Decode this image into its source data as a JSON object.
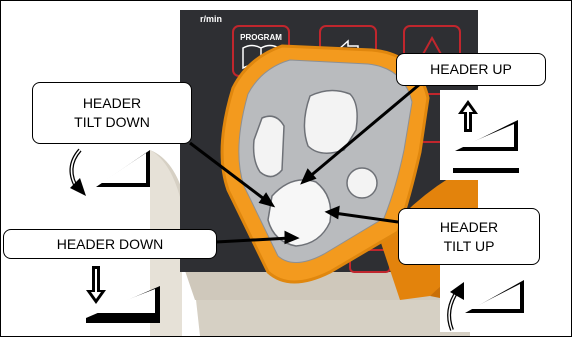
{
  "panel": {
    "label_rpm": "r/min",
    "label_program": "PROGRAM"
  },
  "callouts": {
    "header_tilt_down": "HEADER\nTILT DOWN",
    "header_up": "HEADER UP",
    "header_down": "HEADER DOWN",
    "header_tilt_up": "HEADER\nTILT UP"
  },
  "colors": {
    "handle_orange": "#F39A1E",
    "panel_dark": "#2E2F33",
    "keypad_gray": "#B9BBBE",
    "console_beige": "#D8D2C6",
    "red_accent": "#C0262D"
  },
  "icons": [
    "header-tilt-down-icon",
    "header-up-icon",
    "header-down-icon",
    "header-tilt-up-icon"
  ]
}
